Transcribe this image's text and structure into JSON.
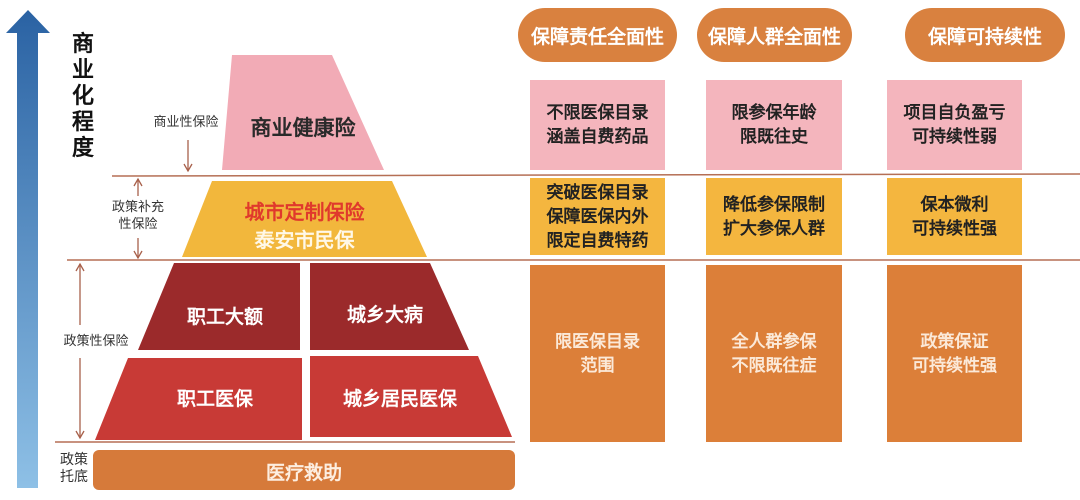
{
  "axis_label": "商业化程度",
  "side_labels": {
    "commercial": "商业性保险",
    "policy_supplement": [
      "政策补充",
      "性保险"
    ],
    "policy": "政策性保险",
    "policy_baseline": [
      "政策",
      "托底"
    ]
  },
  "pyramid": {
    "top": "商业健康险",
    "middle_title": "城市定制保险",
    "middle_subtitle": "泰安市民保",
    "level3_left": "职工大额",
    "level3_right": "城乡大病",
    "level4_left": "职工医保",
    "level4_right": "城乡居民医保",
    "base": "医疗救助"
  },
  "columns": [
    {
      "header": "保障责任全面性",
      "rows": [
        [
          "不限医保目录",
          "涵盖自费药品"
        ],
        [
          "突破医保目录",
          "保障医保内外",
          "限定自费特药"
        ],
        [
          "限医保目录",
          "范围"
        ]
      ]
    },
    {
      "header": "保障人群全面性",
      "rows": [
        [
          "限参保年龄",
          "限既往史"
        ],
        [
          "降低参保限制",
          "扩大参保人群"
        ],
        [
          "全人群参保",
          "不限既往症"
        ]
      ]
    },
    {
      "header": "保障可持续性",
      "rows": [
        [
          "项目自负盈亏",
          "可持续性弱"
        ],
        [
          "保本微利",
          "可持续性强"
        ],
        [
          "政策保证",
          "可持续性强"
        ]
      ]
    }
  ],
  "colors": {
    "pink": "#f4b5bd",
    "yellow": "#f4b63f",
    "orange": "#dc7f39",
    "dark_red": "#9b2a2b",
    "red": "#c83a36",
    "arrow_blue": "#2f6aa8"
  }
}
